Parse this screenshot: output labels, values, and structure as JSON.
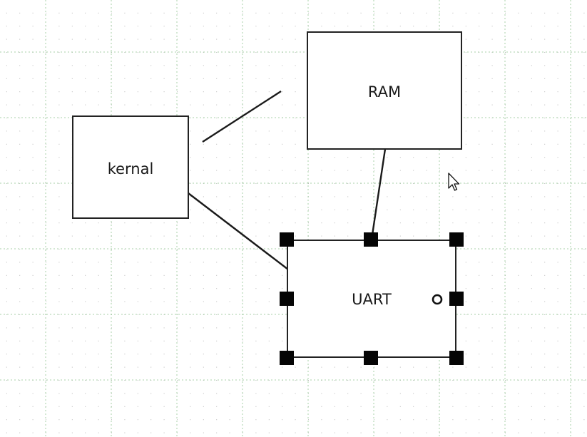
{
  "diagram": {
    "nodes": [
      {
        "id": "kernal",
        "label": "kernal"
      },
      {
        "id": "ram",
        "label": "RAM"
      },
      {
        "id": "uart",
        "label": "UART",
        "selected": true
      }
    ],
    "edges": [
      {
        "from": "kernal",
        "to": "ram"
      },
      {
        "from": "kernal",
        "to": "uart"
      },
      {
        "from": "ram",
        "to": "uart"
      }
    ]
  },
  "colors": {
    "grid_major": "#a8d0a8",
    "grid_minor_dot": "#b8b8b8",
    "stroke": "#222222",
    "handle": "#050505",
    "background": "#ffffff"
  },
  "icons": {
    "cursor": "mouse-pointer-icon",
    "rotate_handle": "rotate-handle-icon"
  }
}
